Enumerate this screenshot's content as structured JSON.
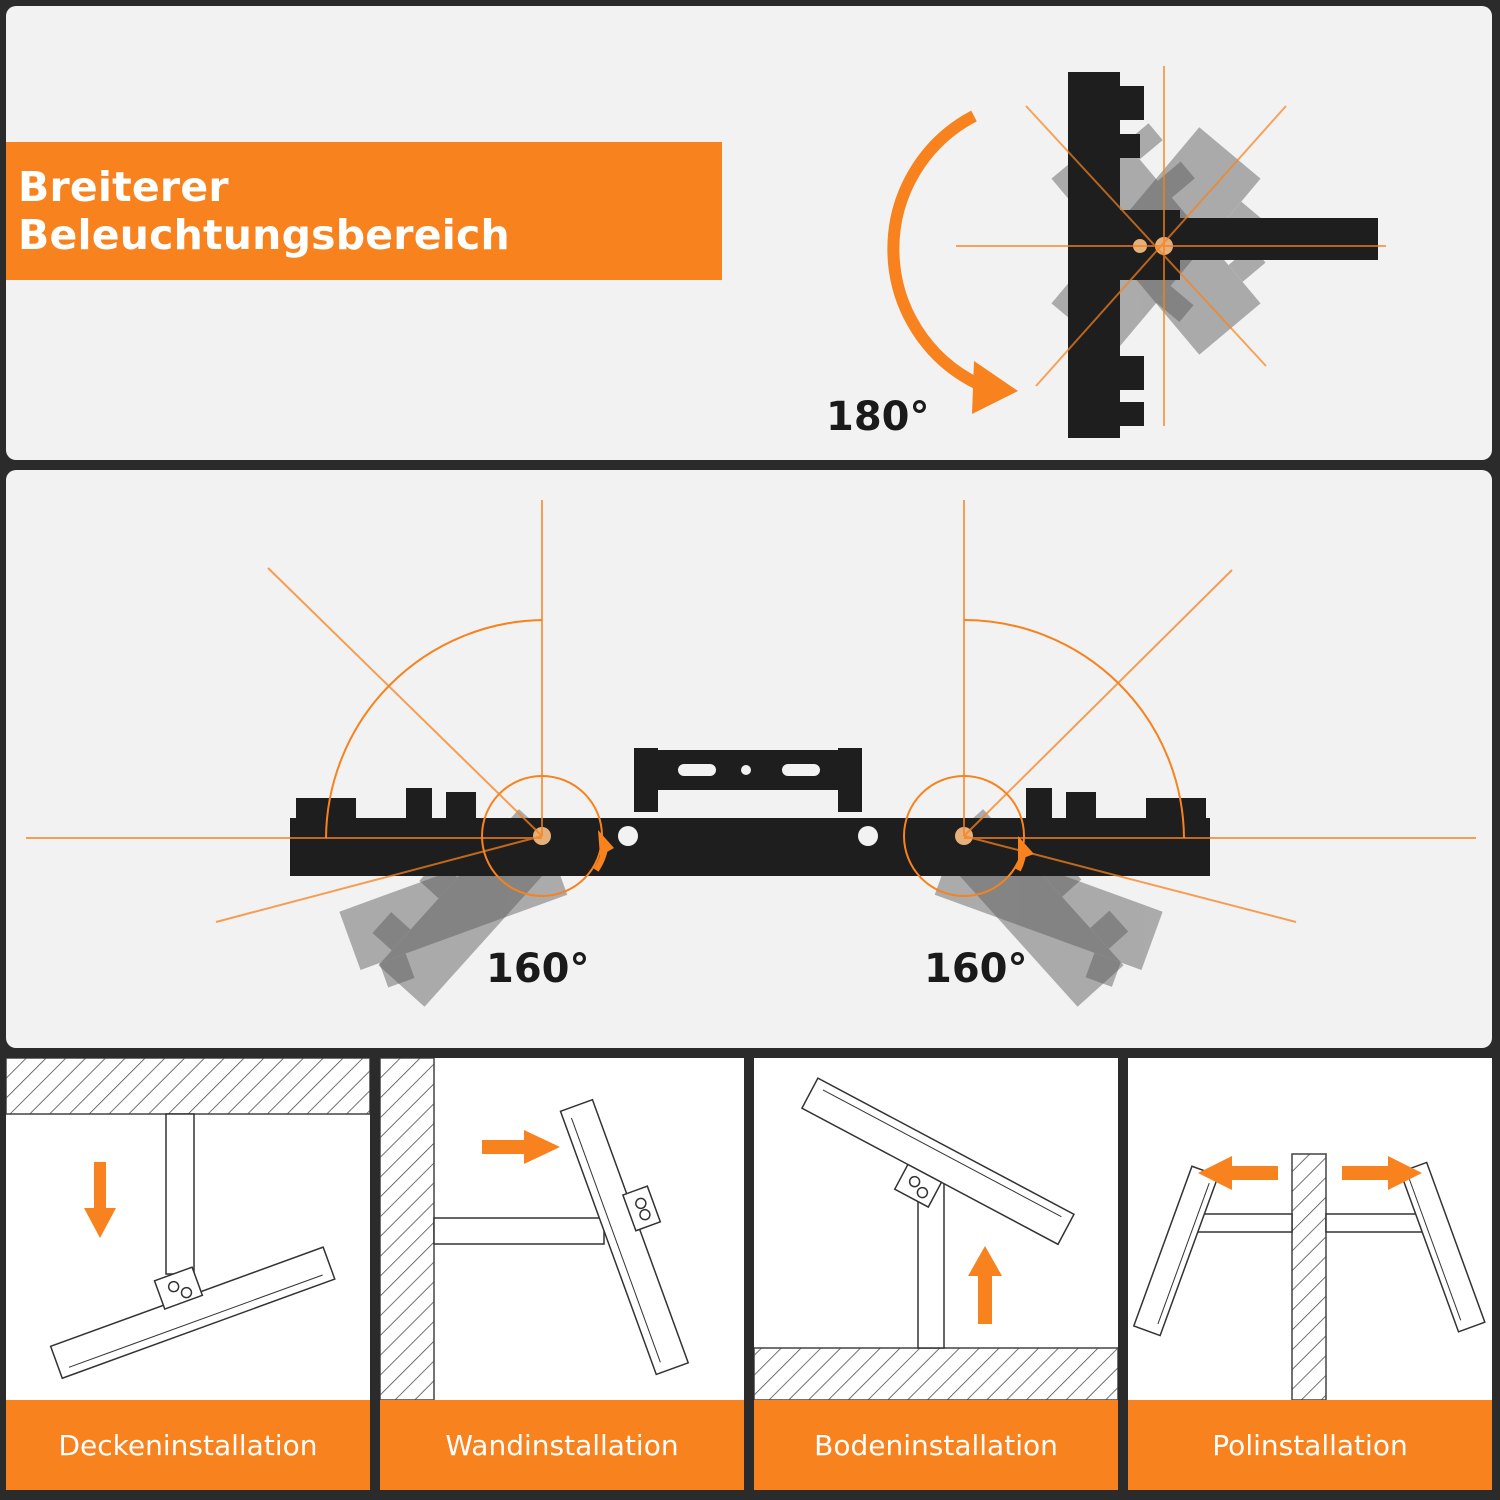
{
  "banner": {
    "title": "Breiterer Beleuchtungsbereich"
  },
  "rotation": {
    "top_angle": "180°",
    "left_angle": "160°",
    "right_angle": "160°"
  },
  "installations": [
    {
      "label": "Deckeninstallation",
      "icon": "ceiling-mount-icon"
    },
    {
      "label": "Wandinstallation",
      "icon": "wall-mount-icon"
    },
    {
      "label": "Bodeninstallation",
      "icon": "ground-mount-icon"
    },
    {
      "label": "Polinstallation",
      "icon": "pole-mount-icon"
    }
  ],
  "colors": {
    "accent": "#f7821e",
    "panel": "#f2f2f2",
    "frame": "#2b2b2b",
    "fixture": "#1e1e1e"
  }
}
